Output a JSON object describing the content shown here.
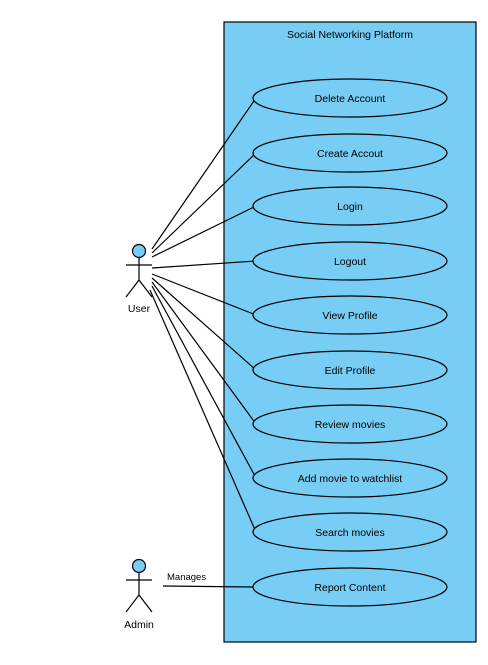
{
  "system": {
    "title": "Social Networking Platform",
    "fill_color": "#77CDF3",
    "stroke_color": "#000000"
  },
  "actors": {
    "user": {
      "label": "User",
      "fill_color": "#77CDF3"
    },
    "admin": {
      "label": "Admin",
      "fill_color": "#77CDF3"
    }
  },
  "use_cases": [
    {
      "label": "Delete Account"
    },
    {
      "label": "Create Accout"
    },
    {
      "label": "Login"
    },
    {
      "label": "Logout"
    },
    {
      "label": "View Profile"
    },
    {
      "label": "Edit Profile"
    },
    {
      "label": "Review movies"
    },
    {
      "label": "Add movie to watchlist"
    },
    {
      "label": "Search movies"
    },
    {
      "label": "Report Content"
    }
  ],
  "associations": {
    "admin_label": "Manages"
  }
}
